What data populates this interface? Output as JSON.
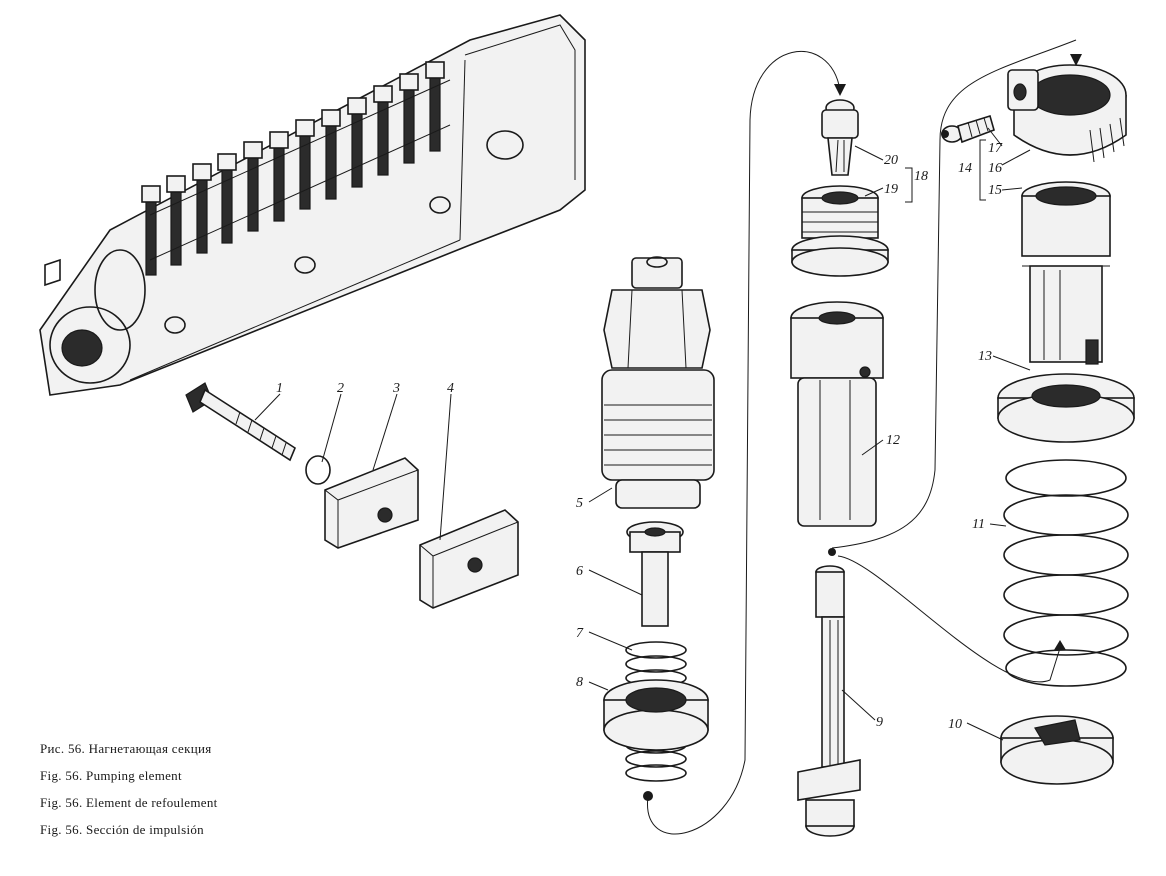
{
  "figure": {
    "captions": [
      "Рис. 56. Нагнетающая секция",
      "Fig. 56. Pumping element",
      "Fig. 56. Element de refoulement",
      "Fig. 56. Sección de impulsión"
    ],
    "part_labels": {
      "p1": "1",
      "p2": "2",
      "p3": "3",
      "p4": "4",
      "p5": "5",
      "p6": "6",
      "p7": "7",
      "p8": "8",
      "p9": "9",
      "p10": "10",
      "p11": "11",
      "p12": "12",
      "p13": "13",
      "p14": "14",
      "p15": "15",
      "p16": "16",
      "p17": "17",
      "p18": "18",
      "p19": "19",
      "p20": "20"
    }
  }
}
